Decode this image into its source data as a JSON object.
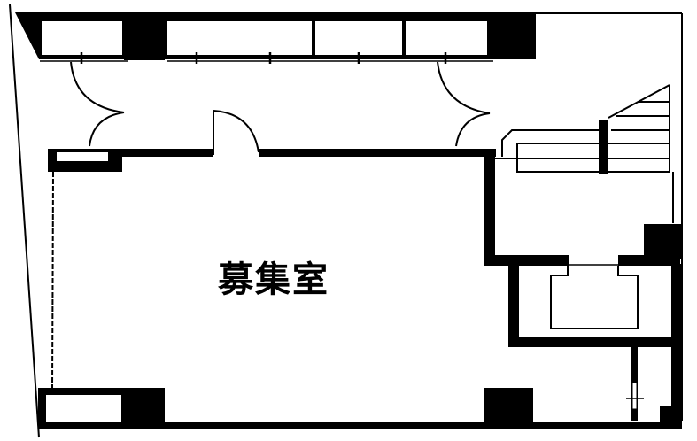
{
  "floor_plan": {
    "room_label": "募集室",
    "colors": {
      "wall": "#000000",
      "background": "#ffffff"
    },
    "elements": [
      "outer-boundary",
      "front-windows",
      "structural-columns",
      "entrance-double-doors",
      "interior-swing-door",
      "staircase",
      "elevator-shaft",
      "utility-room",
      "main-tenant-room"
    ]
  }
}
